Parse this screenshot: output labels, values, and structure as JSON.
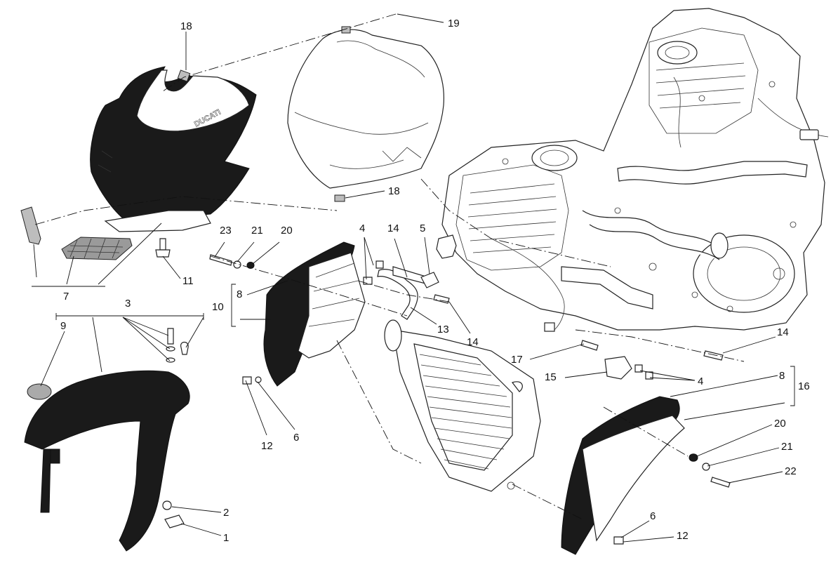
{
  "labels": {
    "l1": "1",
    "l2": "2",
    "l3": "3",
    "l4a": "4",
    "l4b": "4",
    "l5": "5",
    "l6a": "6",
    "l6b": "6",
    "l7": "7",
    "l8a": "8",
    "l8b": "8",
    "l9": "9",
    "l10": "10",
    "l11": "11",
    "l12a": "12",
    "l12b": "12",
    "l13": "13",
    "l14a": "14",
    "l14b": "14",
    "l14c": "14",
    "l15": "15",
    "l16": "16",
    "l17": "17",
    "l18a": "18",
    "l18b": "18",
    "l19": "19",
    "l20a": "20",
    "l20b": "20",
    "l21a": "21",
    "l21b": "21",
    "l22": "22",
    "l23": "23"
  },
  "fairing_logo_text": "DUCATI"
}
